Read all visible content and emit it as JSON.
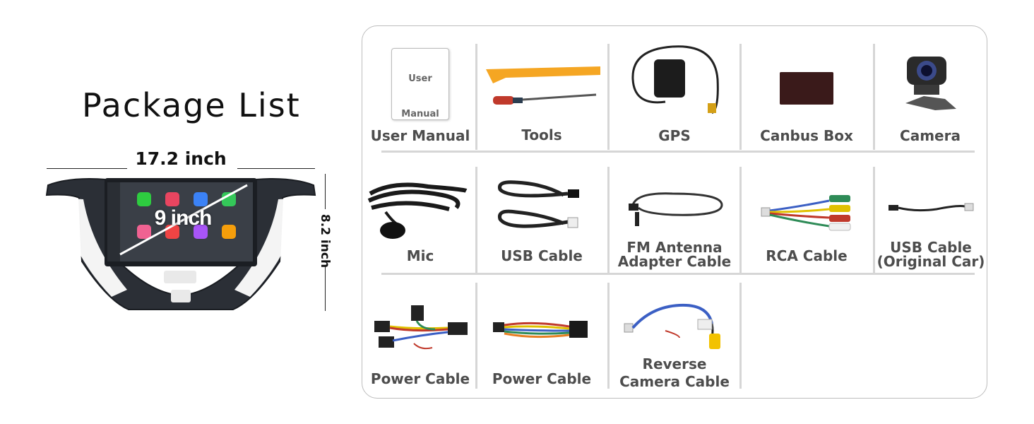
{
  "title": "Package List",
  "dimensions": {
    "width": "17.2 inch",
    "height": "8.2 inch",
    "screen": "9 inch"
  },
  "manual_cover": {
    "line1": "User",
    "line2": "Manual"
  },
  "items": [
    {
      "label": "User Manual",
      "icon": "user-manual"
    },
    {
      "label": "Tools",
      "icon": "pry-tool-and-screwdriver"
    },
    {
      "label": "GPS",
      "icon": "gps-antenna"
    },
    {
      "label": "Canbus Box",
      "icon": "canbus-box"
    },
    {
      "label": "Camera",
      "icon": "camera"
    },
    {
      "label": "Mic",
      "icon": "microphone"
    },
    {
      "label": "USB Cable",
      "icon": "usb-cable"
    },
    {
      "label_line1": "FM Antenna",
      "label_line2": "Adapter Cable",
      "icon": "fm-antenna-adapter"
    },
    {
      "label": "RCA Cable",
      "icon": "rca-cable"
    },
    {
      "label_line1": "USB Cable",
      "label_line2": "(Original Car)",
      "icon": "usb-cable-original"
    },
    {
      "label": "Power Cable",
      "icon": "power-cable-harness"
    },
    {
      "label": "Power Cable",
      "icon": "power-cable"
    },
    {
      "label_line1": "Reverse",
      "label_line2": "Camera Cable",
      "icon": "reverse-camera-cable"
    }
  ],
  "colors": {
    "label_text": "#4d4d4d",
    "divider": "#d6d6d6",
    "tool_orange": "#f5a623",
    "connector_yellow": "#f2c200"
  }
}
